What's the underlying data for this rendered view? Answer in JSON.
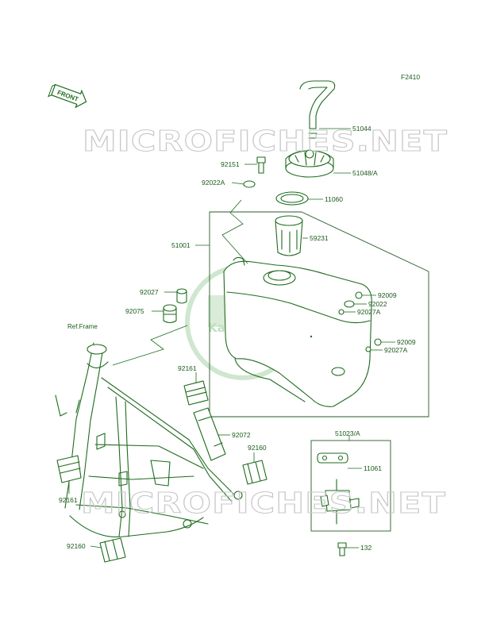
{
  "diagram_code": "F2410",
  "front_arrow": "FRONT",
  "watermark": "MICROFICHES.NET",
  "brand_logo": "Kawasaki",
  "frame_reference": "Ref.Frame",
  "parts": {
    "p51044": "51044",
    "p92151": "92151",
    "p51048A": "51048/A",
    "p92022A": "92022A",
    "p11060": "11060",
    "p51001": "51001",
    "p59231": "59231",
    "p92027": "92027",
    "p92009a": "92009",
    "p92022": "92022",
    "p92075": "92075",
    "p92027Aa": "92027A",
    "p92009b": "92009",
    "p92027Ab": "92027A",
    "p92161a": "92161",
    "p92072": "92072",
    "p51023A": "51023/A",
    "p92160a": "92160",
    "p11061": "11061",
    "p92161b": "92161",
    "p92160b": "92160",
    "p132": "132"
  },
  "colors": {
    "line": "#1e6b1e",
    "watermark": "#c8c8c8",
    "logo": "#bfe0bf"
  }
}
